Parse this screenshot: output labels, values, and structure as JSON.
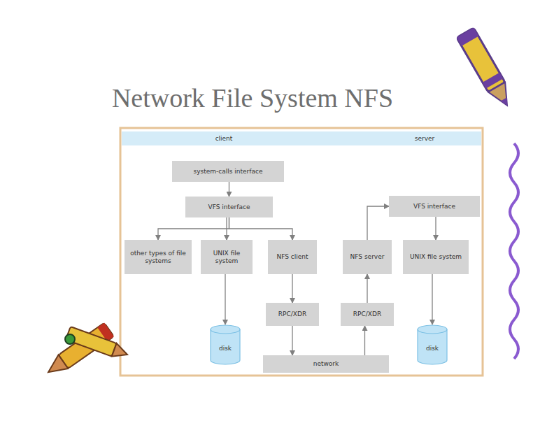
{
  "diagram": {
    "title": "Network File System NFS",
    "nodes": [
      {
        "text": [
          "system-calls interface"
        ]
      },
      {
        "text": [
          "VFS interface"
        ]
      },
      {
        "text": [
          "VFS interface"
        ]
      },
      {
        "text": [
          "other types of file systems"
        ]
      },
      {
        "text": [
          "UNIX file system"
        ]
      },
      {
        "text": [
          "NFS client"
        ]
      },
      {
        "text": [
          "NFS server"
        ]
      },
      {
        "text": [
          "UNIX file system"
        ]
      },
      {
        "text": [
          "RPC/XDR"
        ]
      },
      {
        "text": [
          "RPC/XDR"
        ]
      },
      {
        "text": [
          "disk"
        ]
      },
      {
        "text": [
          "disk"
        ]
      },
      {
        "text": [
          "network"
        ]
      }
    ],
    "edges": [
      {
        "from": 0,
        "to": 1,
        "arrow": "to"
      },
      {
        "from": 1,
        "to": 3,
        "arrow": "to"
      },
      {
        "from": 1,
        "to": 4,
        "arrow": "to"
      },
      {
        "from": 1,
        "to": 5,
        "arrow": "to"
      },
      {
        "from": 4,
        "to": 10,
        "arrow": "to"
      },
      {
        "from": 5,
        "to": 8,
        "arrow": "to"
      },
      {
        "from": 8,
        "to": 12,
        "arrow": "to"
      },
      {
        "from": 12,
        "to": 9,
        "arrow": "to"
      },
      {
        "from": 9,
        "to": 6,
        "arrow": "to"
      },
      {
        "from": 6,
        "to": 2,
        "arrow": "to"
      },
      {
        "from": 2,
        "to": 7,
        "arrow": "to"
      },
      {
        "from": 7,
        "to": 11,
        "arrow": "to"
      }
    ],
    "labels": [
      "client",
      "server"
    ]
  }
}
